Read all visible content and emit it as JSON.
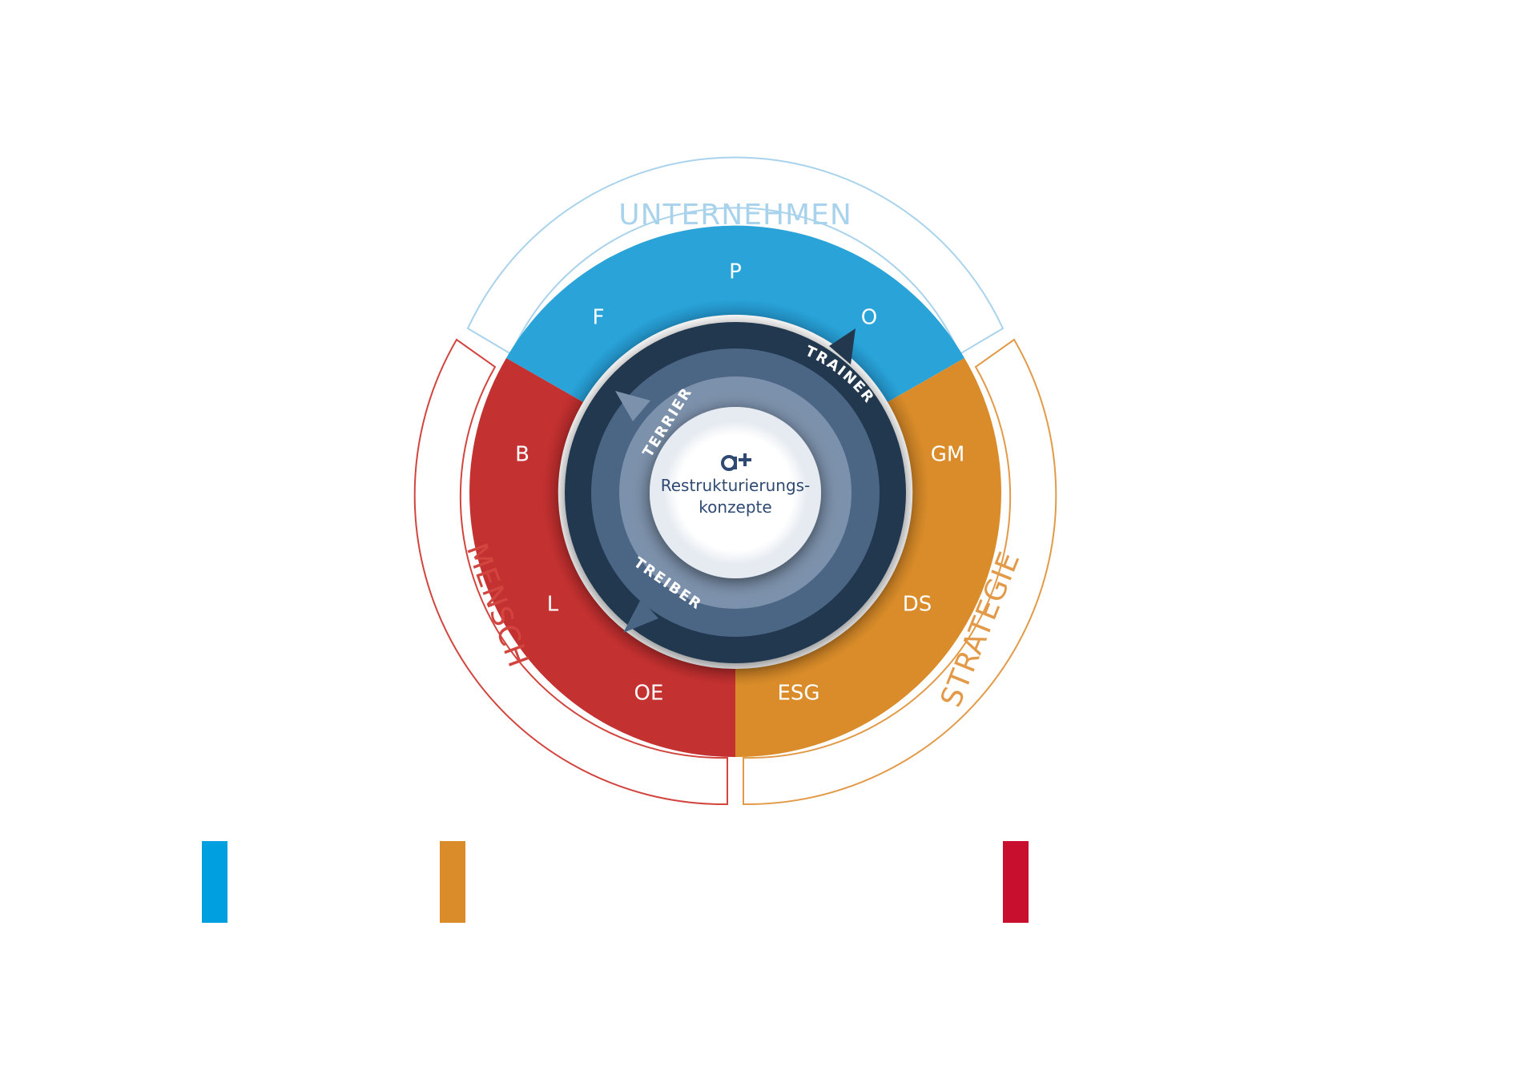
{
  "diagram": {
    "outer_labels": {
      "top": "UNTERNEHMEN",
      "left": "MENSCH",
      "right": "STRATEGIE"
    },
    "segments": {
      "unternehmen": [
        "F",
        "P",
        "O"
      ],
      "strategie": [
        "GM",
        "DS",
        "ESG"
      ],
      "mensch": [
        "B",
        "L",
        "OE"
      ]
    },
    "rings": {
      "trainer": "TRAINER",
      "terrier": "TERRIER",
      "treiber": "TREIBER"
    },
    "center": {
      "logo": "a+",
      "line1": "Restrukturierungs-",
      "line2": "konzepte"
    }
  },
  "colors": {
    "blue": "#29a3d8",
    "orange": "#d98c29",
    "red": "#c43131",
    "navy": "#23384f",
    "mid_blue": "#4b6585",
    "light_blue_grey": "#7c91ab",
    "outline_blue": "#a9d3ec",
    "outline_red": "#d2453f",
    "outline_orange": "#e39a48",
    "legend_blue": "#009fe0",
    "legend_orange": "#d98c29",
    "legend_red": "#c8102e"
  },
  "legend": [
    {
      "color": "#009fe0"
    },
    {
      "color": "#d98c29"
    },
    {
      "color": "#c8102e"
    }
  ]
}
